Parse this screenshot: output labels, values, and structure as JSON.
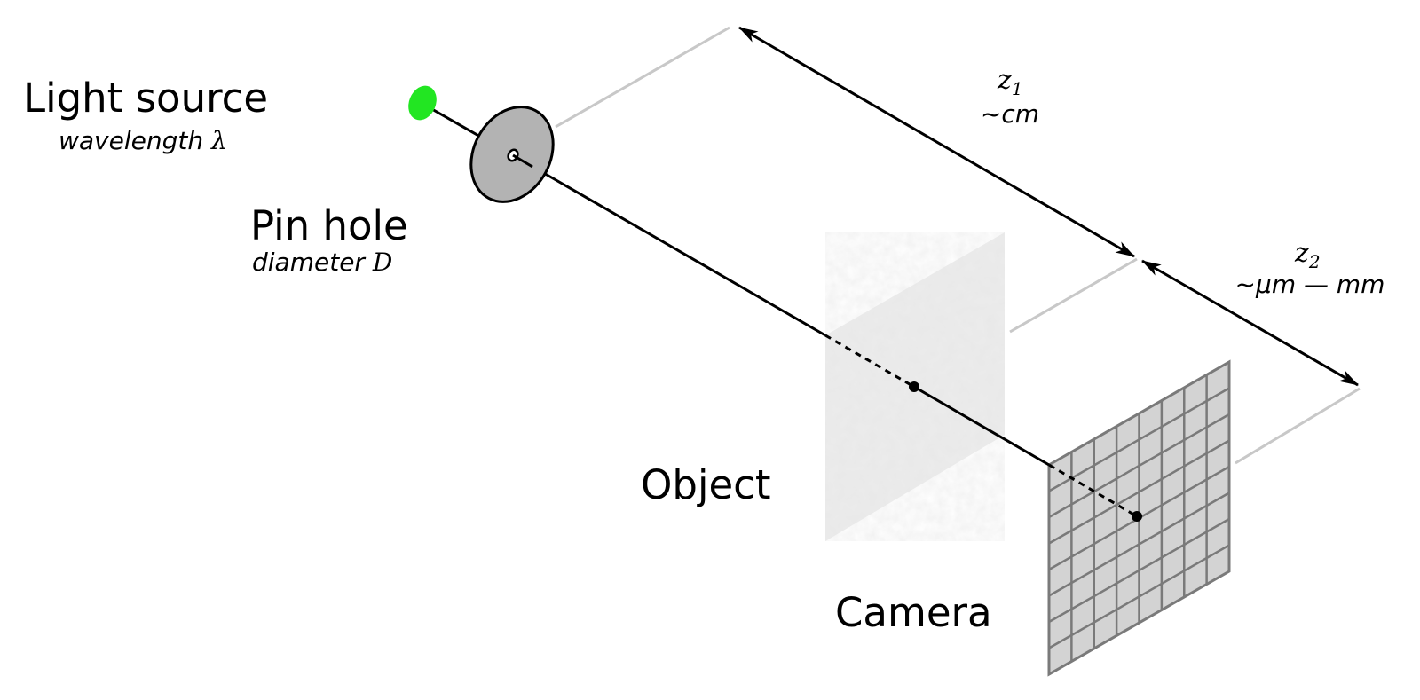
{
  "light_source": {
    "title": "Light source",
    "subtitle_prefix": "wavelength",
    "symbol": "λ",
    "color": "#22e622"
  },
  "pin_hole": {
    "title": "Pin hole",
    "subtitle_prefix": "diameter",
    "symbol": "D",
    "color": "#b3b3b3"
  },
  "object": {
    "title": "Object"
  },
  "camera": {
    "title": "Camera",
    "grid_cells": 8,
    "color": "#d3d3d3"
  },
  "distances": {
    "z1": {
      "symbol": "z",
      "subscript": "1",
      "scale": "~cm"
    },
    "z2": {
      "symbol": "z",
      "subscript": "2",
      "scale": "~μm — mm"
    }
  }
}
